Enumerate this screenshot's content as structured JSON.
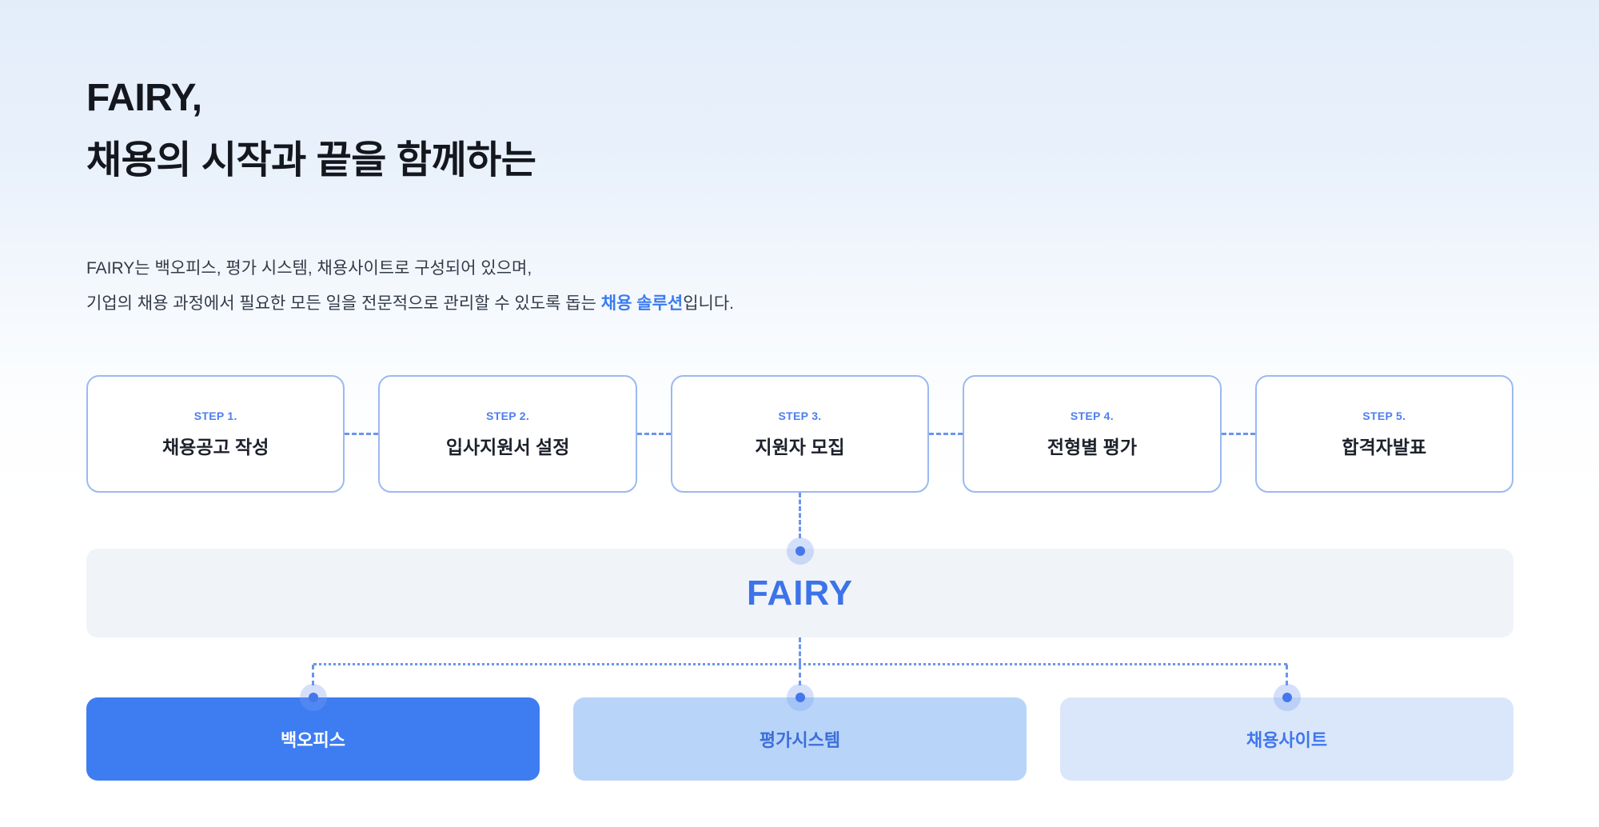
{
  "hero": {
    "title_line1": "FAIRY,",
    "title_line2": "채용의 시작과 끝을 함께하는",
    "description_line1": "FAIRY는 백오피스, 평가 시스템, 채용사이트로 구성되어 있으며,",
    "description_line2_prefix": "기업의 채용 과정에서 필요한 모든 일을 전문적으로 관리할 수 있도록 돕는 ",
    "description_line2_accent": "채용 솔루션",
    "description_line2_suffix": "입니다."
  },
  "steps": [
    {
      "label": "STEP 1.",
      "title": "채용공고 작성"
    },
    {
      "label": "STEP 2.",
      "title": "입사지원서 설정"
    },
    {
      "label": "STEP 3.",
      "title": "지원자 모집"
    },
    {
      "label": "STEP 4.",
      "title": "전형별 평가"
    },
    {
      "label": "STEP 5.",
      "title": "합격자발표"
    }
  ],
  "fairy": {
    "label": "FAIRY"
  },
  "modules": [
    {
      "label": "백오피스",
      "state": "active"
    },
    {
      "label": "평가시스템",
      "state": "inactive"
    },
    {
      "label": "채용사이트",
      "state": "inactive"
    }
  ],
  "colors": {
    "accent_blue": "#3b7cf0",
    "heading_text": "#14171e",
    "body_text": "#333b49",
    "step_border": "#9bb9f2",
    "step_label": "#4d7ef0",
    "connector": "#6b94ee",
    "band_background": "#f0f3f8",
    "fairy_logo": "#3d73e9",
    "module_active_bg": "#3e7df1",
    "module_active_text": "#ffffff",
    "module_light_bg": "#b9d4f9",
    "module_light_text": "#3b6fd8",
    "module_lighter_bg": "#dae6fa",
    "module_lighter_text": "#3e76ec",
    "background_top": "#e3edfa",
    "background_bottom": "#ffffff"
  }
}
